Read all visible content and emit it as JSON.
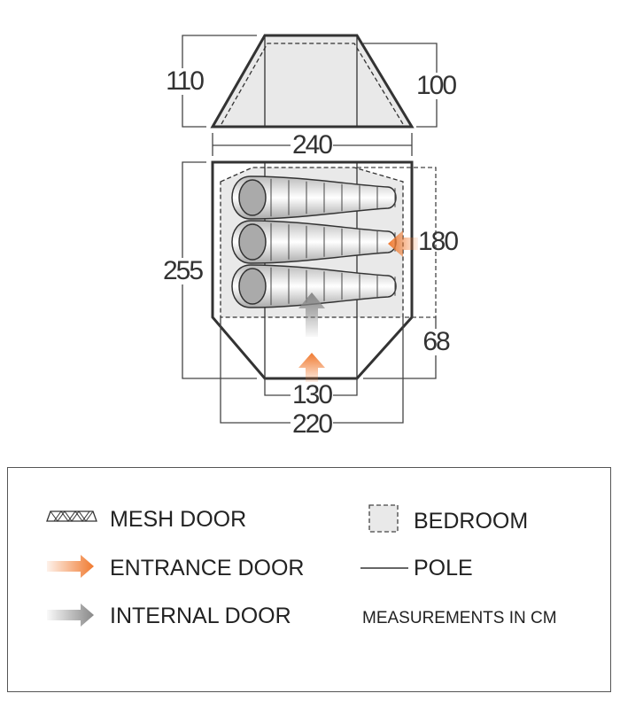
{
  "dimensions": {
    "front_height_outer": "110",
    "front_height_inner": "100",
    "front_width": "240",
    "total_length": "255",
    "bedroom_length": "180",
    "porch_depth": "68",
    "door_width": "130",
    "bedroom_width": "220"
  },
  "legend": {
    "mesh_door": "MESH DOOR",
    "entrance_door": "ENTRANCE DOOR",
    "internal_door": "INTERNAL DOOR",
    "bedroom": "BEDROOM",
    "pole": "POLE",
    "note": "MEASUREMENTS IN CM"
  },
  "colors": {
    "entrance": "#f07a30",
    "internal": "#8a8a8a",
    "bedroom_fill": "#e9e9e9",
    "outline": "#333333"
  }
}
